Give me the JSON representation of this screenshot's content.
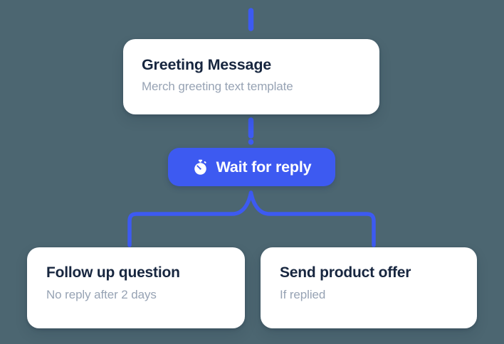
{
  "canvas": {
    "background_color": "#4c6671",
    "accent_color": "#3d5af1",
    "card_color": "#ffffff",
    "title_color": "#17263f",
    "subtitle_color": "#97a3b4"
  },
  "nodes": {
    "greeting": {
      "title": "Greeting Message",
      "subtitle": "Merch greeting text template"
    },
    "wait": {
      "label": "Wait for reply",
      "icon": "stopwatch-icon"
    },
    "followup": {
      "title": "Follow up question",
      "subtitle": "No reply after 2 days"
    },
    "offer": {
      "title": "Send product offer",
      "subtitle": "If replied"
    }
  },
  "connectors": {
    "top_stub": "dashed-vertical",
    "greeting_to_wait": "dashed-vertical",
    "wait_to_branches": "solid-split"
  }
}
